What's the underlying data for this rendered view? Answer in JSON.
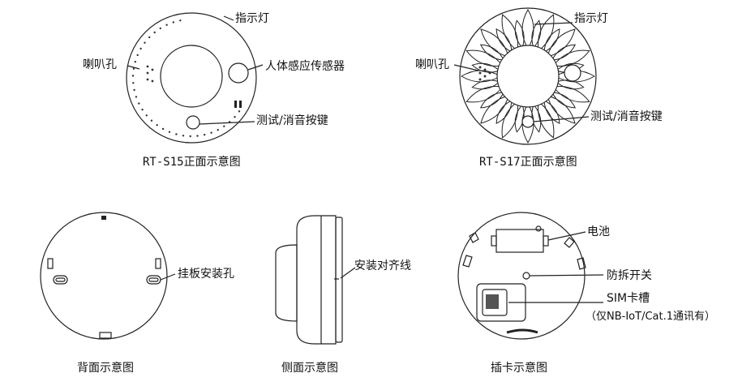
{
  "front_s15": {
    "indicator": "指示灯",
    "speaker": "喇叭孔",
    "pir_sensor": "人体感应传感器",
    "test_button": "测试/消音按键",
    "caption": "RT-S15正面示意图"
  },
  "front_s17": {
    "indicator": "指示灯",
    "speaker": "喇叭孔",
    "test_button": "测试/消音按键",
    "caption": "RT-S17正面示意图"
  },
  "back": {
    "mount_holes": "挂板安装孔",
    "caption": "背面示意图"
  },
  "side": {
    "align_line": "安装对齐线",
    "caption": "侧面示意图"
  },
  "card": {
    "battery": "电池",
    "tamper_switch": "防拆开关",
    "sim_slot": "SIM卡槽",
    "sim_note": "（仅NB-IoT/Cat.1通讯有）",
    "caption": "插卡示意图"
  }
}
